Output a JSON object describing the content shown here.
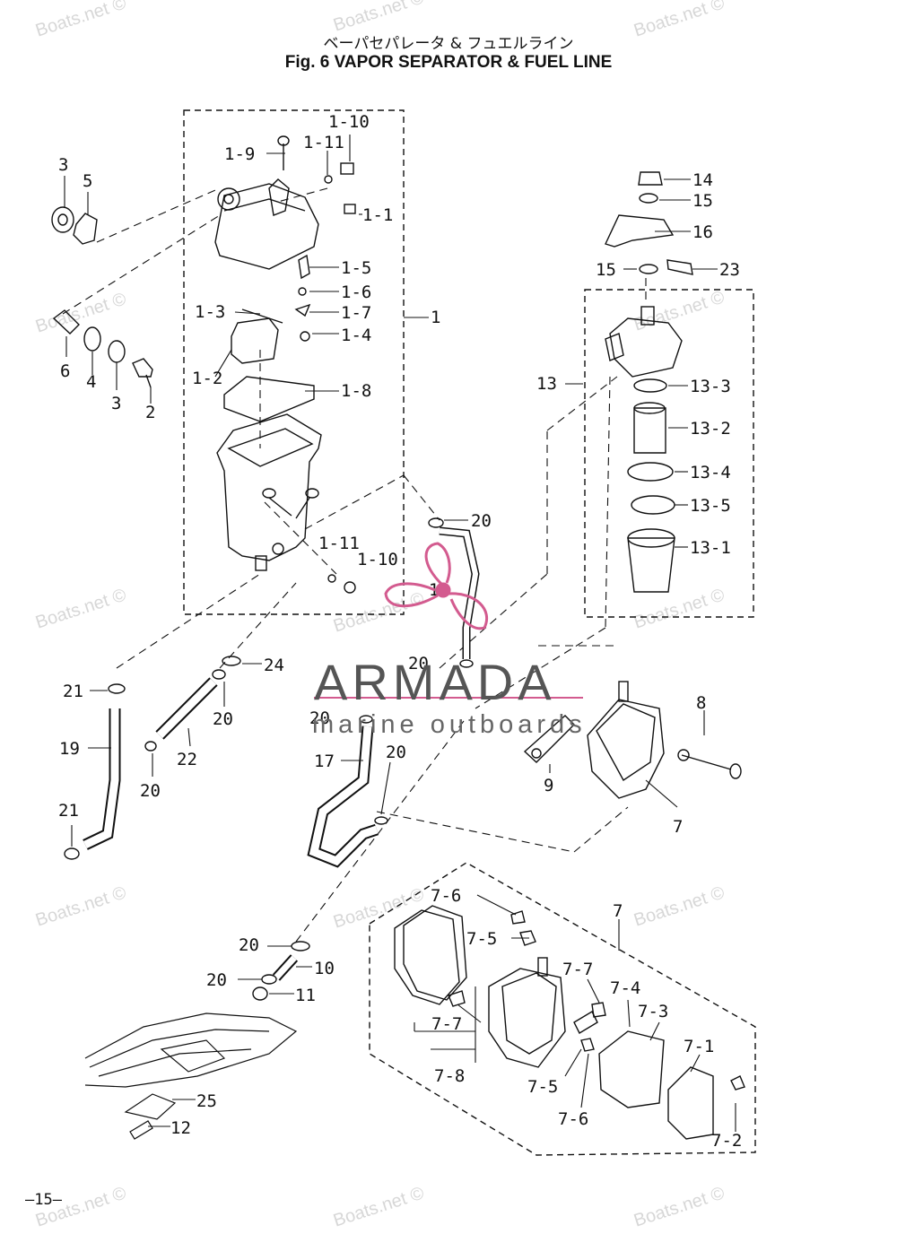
{
  "title_jp": "ベーパセパレータ & フュエルライン",
  "title_en": "Fig. 6    VAPOR SEPARATOR & FUEL LINE",
  "page_number": "—15—",
  "brand": {
    "name": "ARMADA",
    "tagline": "marine outboards"
  },
  "watermark": "Boats.net ©",
  "labels": {
    "l_1_10": "1-10",
    "l_1_11": "1-11",
    "l_1_9": "1-9",
    "l_1_1": "1-1",
    "l_1_5": "1-5",
    "l_1_6": "1-6",
    "l_1_3": "1-3",
    "l_1_7": "1-7",
    "l_1_4": "1-4",
    "l_1": "1",
    "l_1_2": "1-2",
    "l_1_8": "1-8",
    "l_1_11b": "1-11",
    "l_1_10b": "1-10",
    "l_3": "3",
    "l_5": "5",
    "l_6": "6",
    "l_4": "4",
    "l_3b": "3",
    "l_2": "2",
    "l_14": "14",
    "l_15": "15",
    "l_16": "16",
    "l_15b": "15",
    "l_23": "23",
    "l_13": "13",
    "l_13_3": "13-3",
    "l_13_2": "13-2",
    "l_13_4": "13-4",
    "l_13_5": "13-5",
    "l_13_1": "13-1",
    "l_20a": "20",
    "l_18": "18",
    "l_24": "24",
    "l_21": "21",
    "l_20b": "20",
    "l_20c": "20",
    "l_19": "19",
    "l_22": "22",
    "l_20d": "20",
    "l_21b": "21",
    "l_20e": "20",
    "l_17": "17",
    "l_20f": "20",
    "l_8": "8",
    "l_9": "9",
    "l_7": "7",
    "l_7_6": "7-6",
    "l_7b": "7",
    "l_7_5": "7-5",
    "l_7_7": "7-7",
    "l_7_4": "7-4",
    "l_7_3": "7-3",
    "l_7_7b": "7-7",
    "l_7_1": "7-1",
    "l_7_8": "7-8",
    "l_7_5b": "7-5",
    "l_7_6b": "7-6",
    "l_7_2": "7-2",
    "l_20g": "20",
    "l_10": "10",
    "l_20h": "20",
    "l_11": "11",
    "l_25": "25",
    "l_12": "12"
  }
}
